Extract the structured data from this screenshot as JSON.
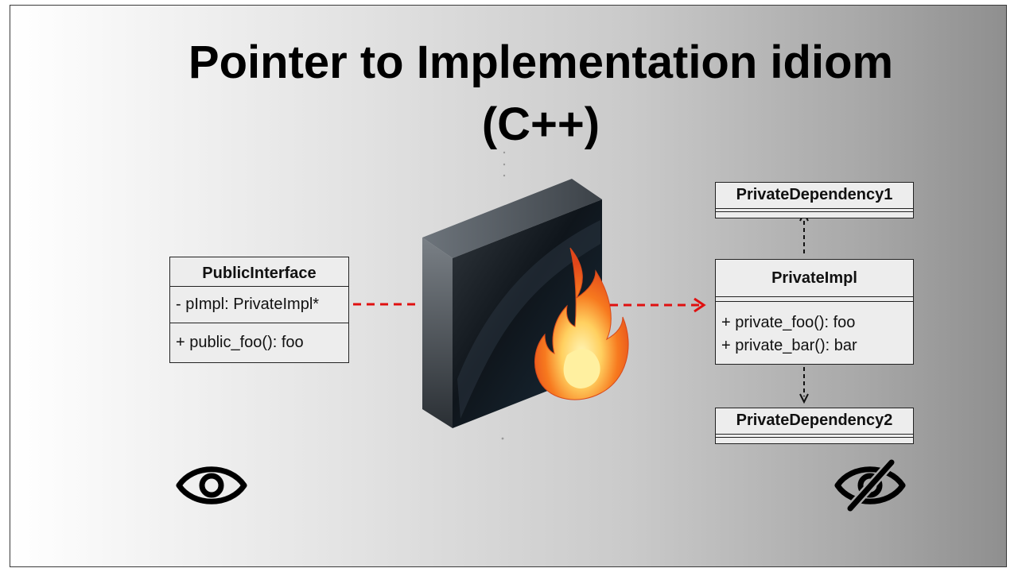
{
  "title": {
    "line1": "Pointer to Implementation idiom",
    "line2": "(C++)"
  },
  "public_interface": {
    "name": "PublicInterface",
    "attributes": [
      "- pImpl: PrivateImpl*"
    ],
    "operations": [
      "+ public_foo(): foo"
    ]
  },
  "private_impl": {
    "name": "PrivateImpl",
    "operations": [
      "+ private_foo(): foo",
      "+ private_bar(): bar"
    ]
  },
  "dependencies": [
    "PrivateDependency1",
    "PrivateDependency2"
  ],
  "colors": {
    "pointer_arrow": "#e01010",
    "dependency_arrow": "#111111",
    "flame_outer": "#f2661c",
    "flame_inner": "#fff0a0"
  },
  "icons": {
    "center": "firewall-icon",
    "left": "eye-icon",
    "right": "eye-off-icon"
  }
}
